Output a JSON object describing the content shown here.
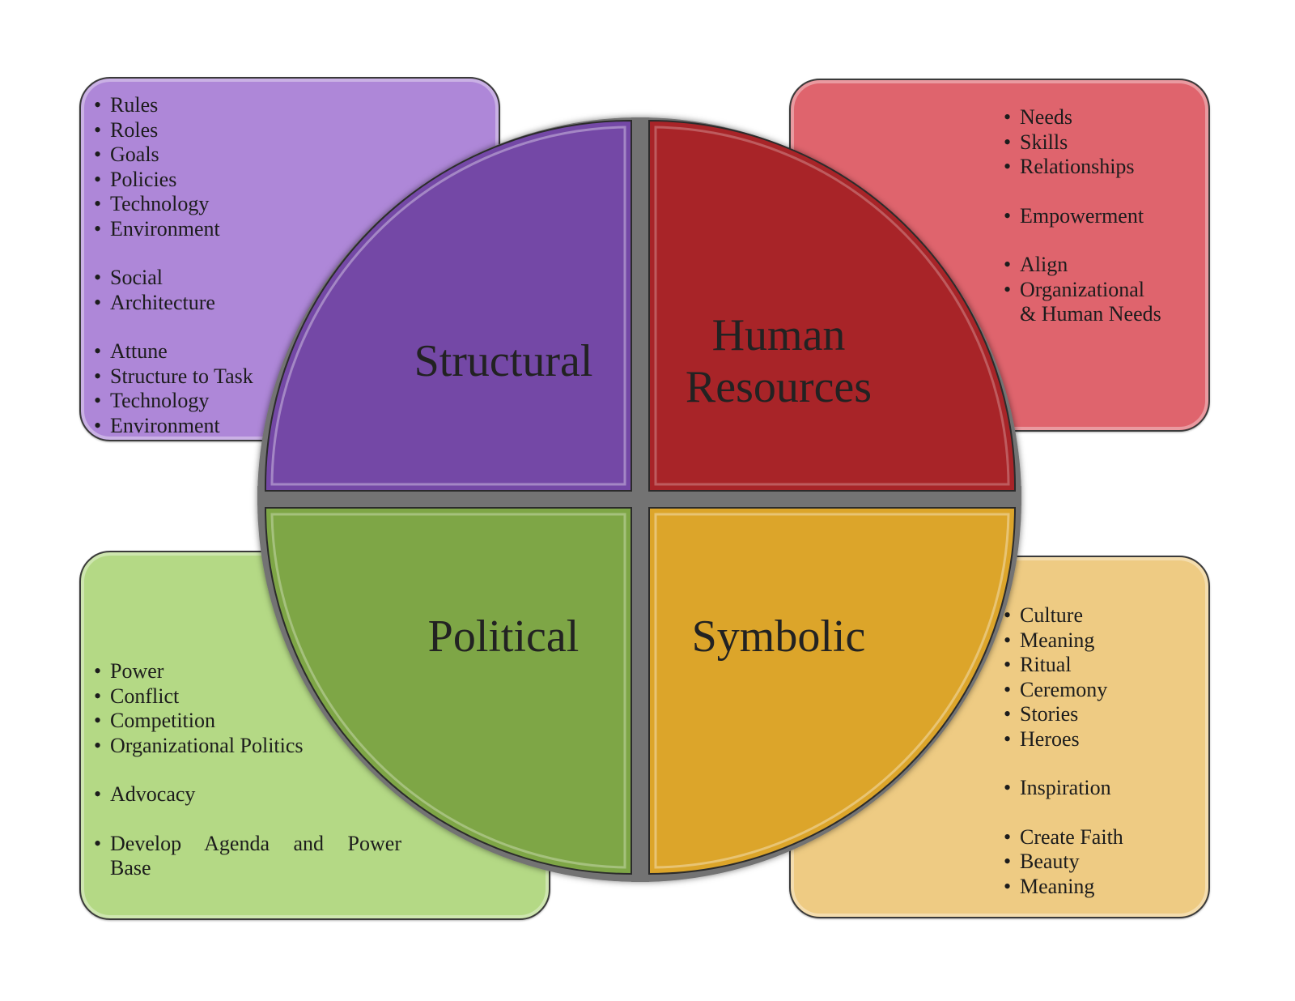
{
  "quadrants": {
    "structural": {
      "label": "Structural",
      "color": "#7448a6",
      "items": [
        "Rules",
        "Roles",
        "Goals",
        "Policies",
        "Technology",
        "Environment",
        "Social",
        "Architecture",
        "Attune",
        "Structure to Task",
        "Technology",
        "Environment"
      ]
    },
    "human": {
      "label_line1": "Human",
      "label_line2": "Resources",
      "color": "#a82428",
      "items": [
        "Needs",
        "Skills",
        "Relationships",
        "Empowerment",
        "Align",
        "Organizational",
        "& Human Needs"
      ]
    },
    "political": {
      "label": "Political",
      "color": "#7ea646",
      "items": [
        "Power",
        "Conflict",
        "Competition",
        "Organizational Politics",
        "Advocacy",
        "Develop Agenda and Power",
        "Base"
      ]
    },
    "symbolic": {
      "label": "Symbolic",
      "color": "#dca52a",
      "items": [
        "Culture",
        "Meaning",
        "Ritual",
        "Ceremony",
        "Stories",
        "Heroes",
        "Inspiration",
        "Create Faith",
        "Beauty",
        "Meaning"
      ]
    }
  },
  "box_colors": {
    "structural": "#ae87d8",
    "human": "#df646d",
    "political": "#b4d985",
    "symbolic": "#eecb83"
  }
}
